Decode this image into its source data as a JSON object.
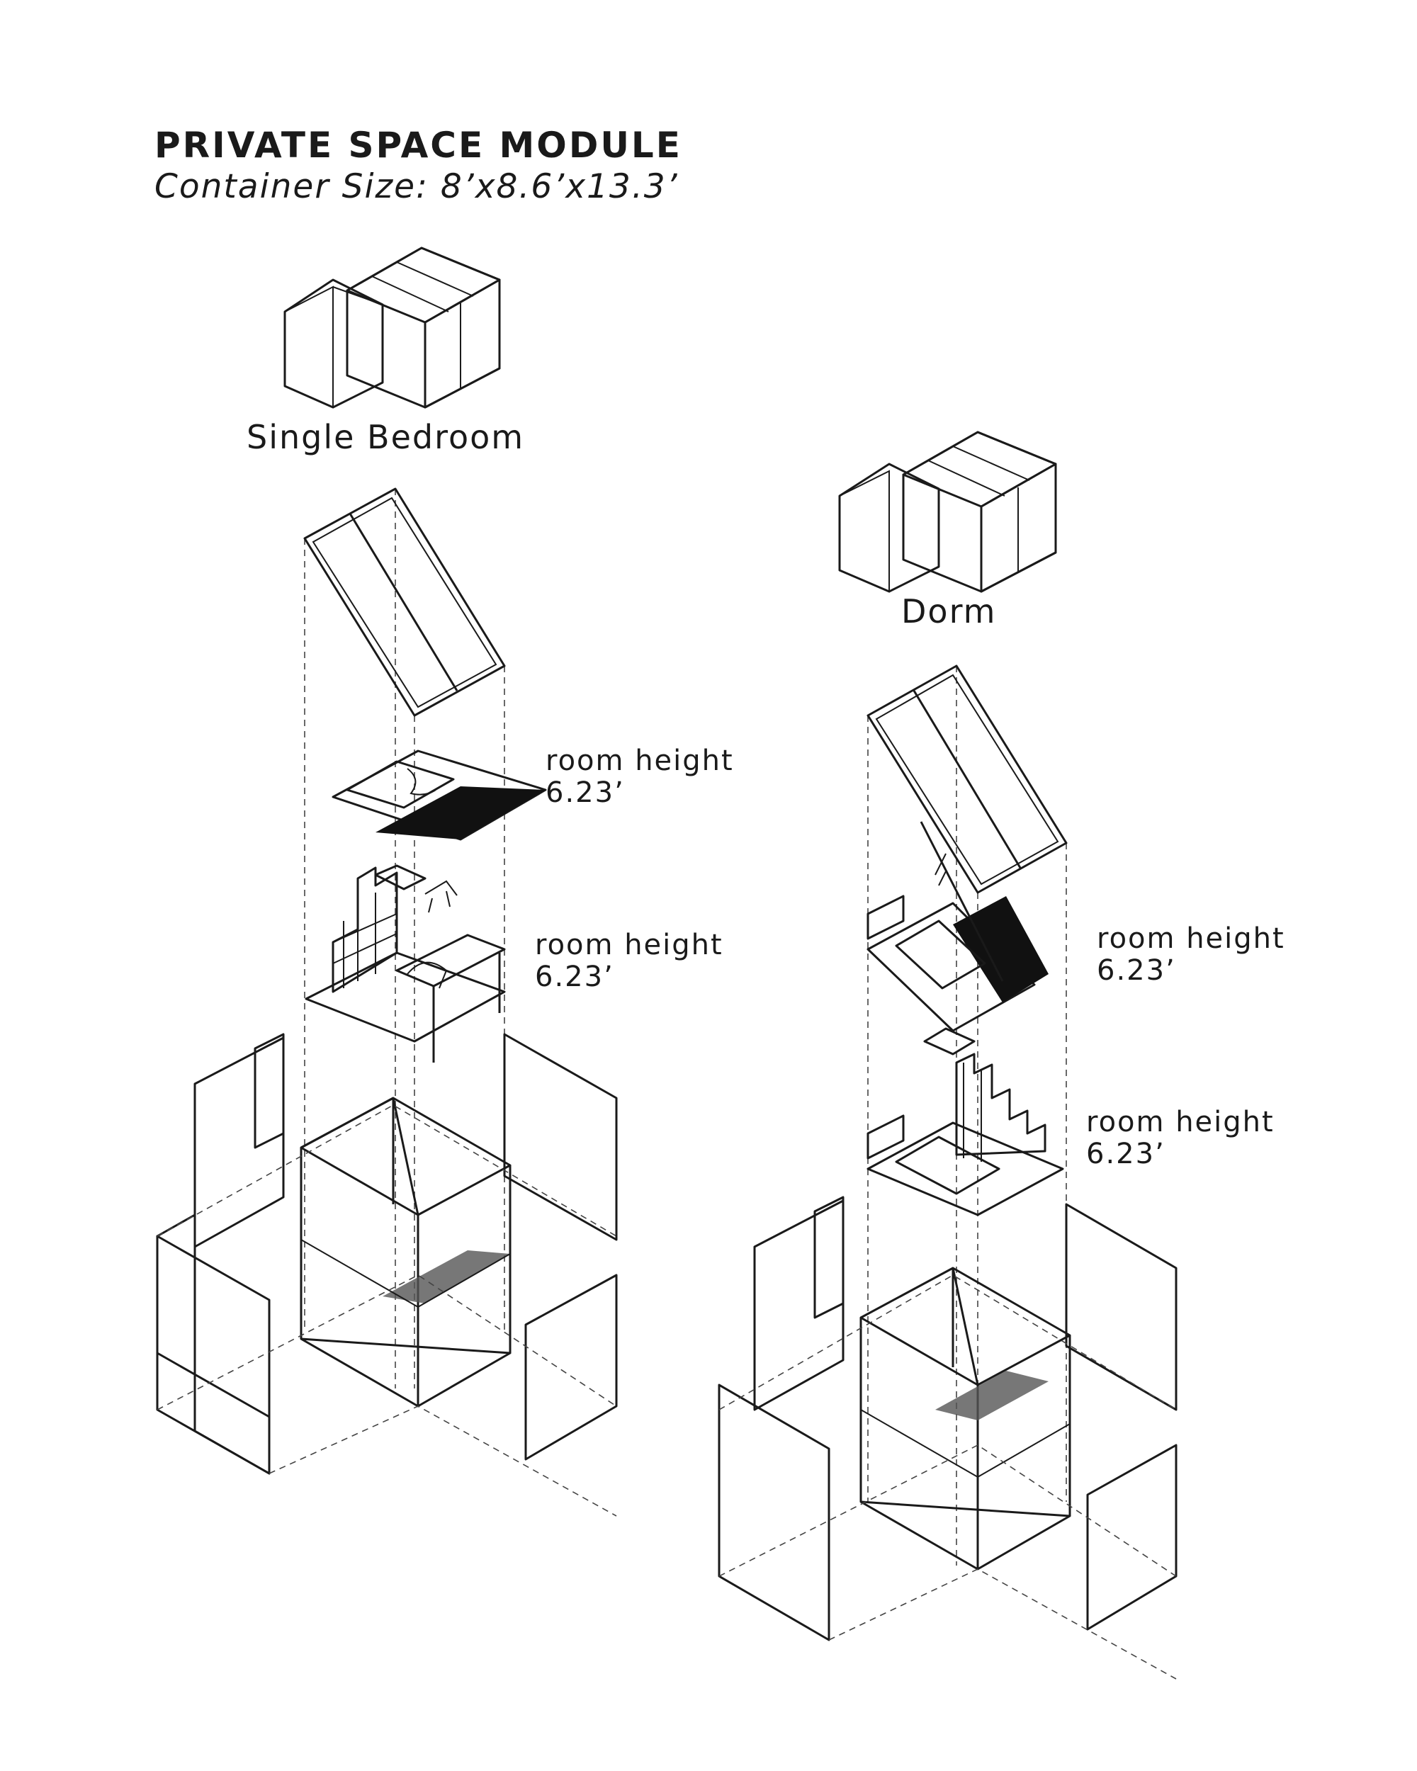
{
  "header": {
    "title": "PRIVATE SPACE MODULE",
    "subtitle": "Container Size: 8’x8.6’x13.3’"
  },
  "modules": [
    {
      "caption": "Single Bedroom",
      "accent_color": "#d47a68",
      "levels": [
        {
          "label": "room height",
          "value": "6.23’"
        },
        {
          "label": "room height",
          "value": "6.23’"
        }
      ]
    },
    {
      "caption": "Dorm",
      "accent_color": "#d9a463",
      "levels": [
        {
          "label": "room height",
          "value": "6.23’"
        },
        {
          "label": "room height",
          "value": "6.23’"
        }
      ]
    }
  ]
}
